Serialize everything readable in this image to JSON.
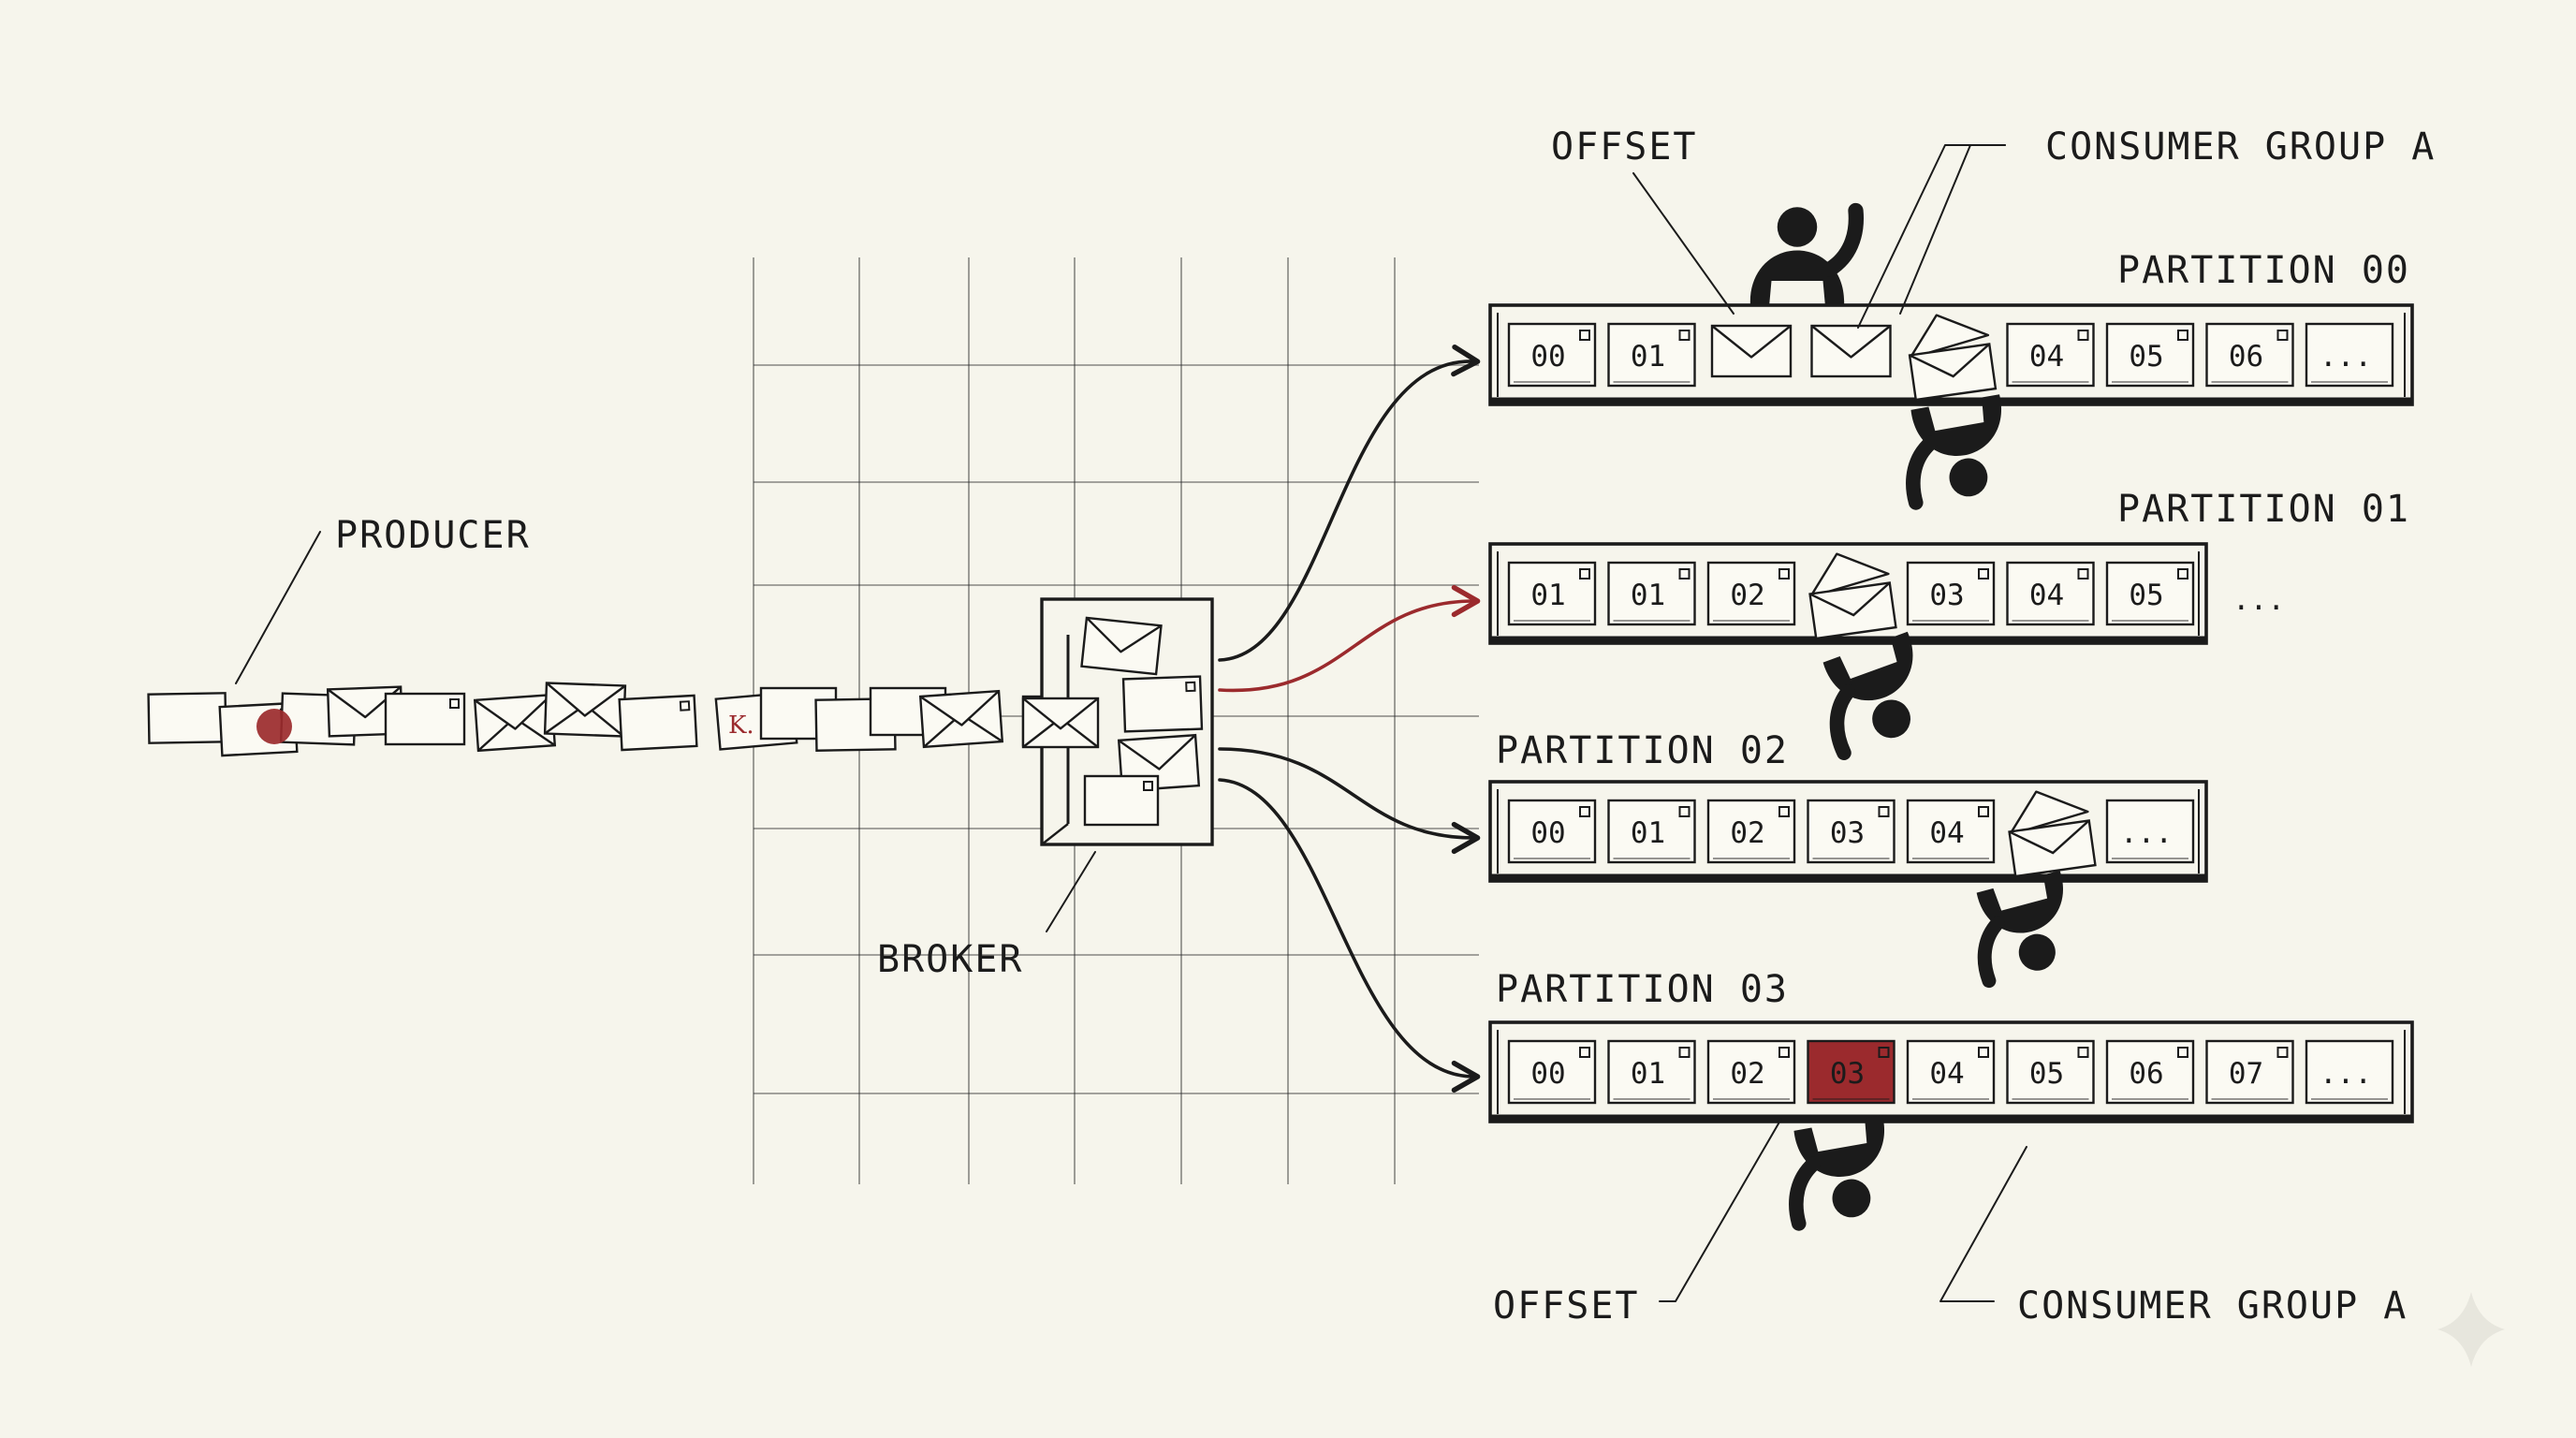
{
  "labels": {
    "producer": "PRODUCER",
    "broker": "BROKER",
    "offset_top": "OFFSET",
    "consumer_group_top": "CONSUMER GROUP A",
    "offset_bottom": "OFFSET",
    "consumer_group_bottom": "CONSUMER GROUP A"
  },
  "stream_key_label": "K.",
  "partitions": [
    {
      "name": "PARTITION 00",
      "cells": [
        "00",
        "01",
        "envelope",
        "envelope",
        "envelope-open",
        "04",
        "05",
        "06",
        "..."
      ],
      "tail": ""
    },
    {
      "name": "PARTITION 01",
      "cells": [
        "01",
        "01",
        "02",
        "envelope-open",
        "03",
        "04",
        "05"
      ],
      "tail": "..."
    },
    {
      "name": "PARTITION 02",
      "cells": [
        "00",
        "01",
        "02",
        "03",
        "04",
        "envelope-open",
        "..."
      ],
      "tail": ""
    },
    {
      "name": "PARTITION 03",
      "cells": [
        "00",
        "01",
        "02",
        "03",
        "04",
        "05",
        "06",
        "07",
        "..."
      ],
      "tail": "",
      "highlight_index": 3
    }
  ],
  "colors": {
    "background": "#f6f5ec",
    "ink": "#1b1b1b",
    "accent": "#9b2a2d"
  },
  "icons": [
    "envelope-icon",
    "open-envelope-icon",
    "consumer-person-icon",
    "mailbox-icon",
    "key-seal-icon"
  ]
}
